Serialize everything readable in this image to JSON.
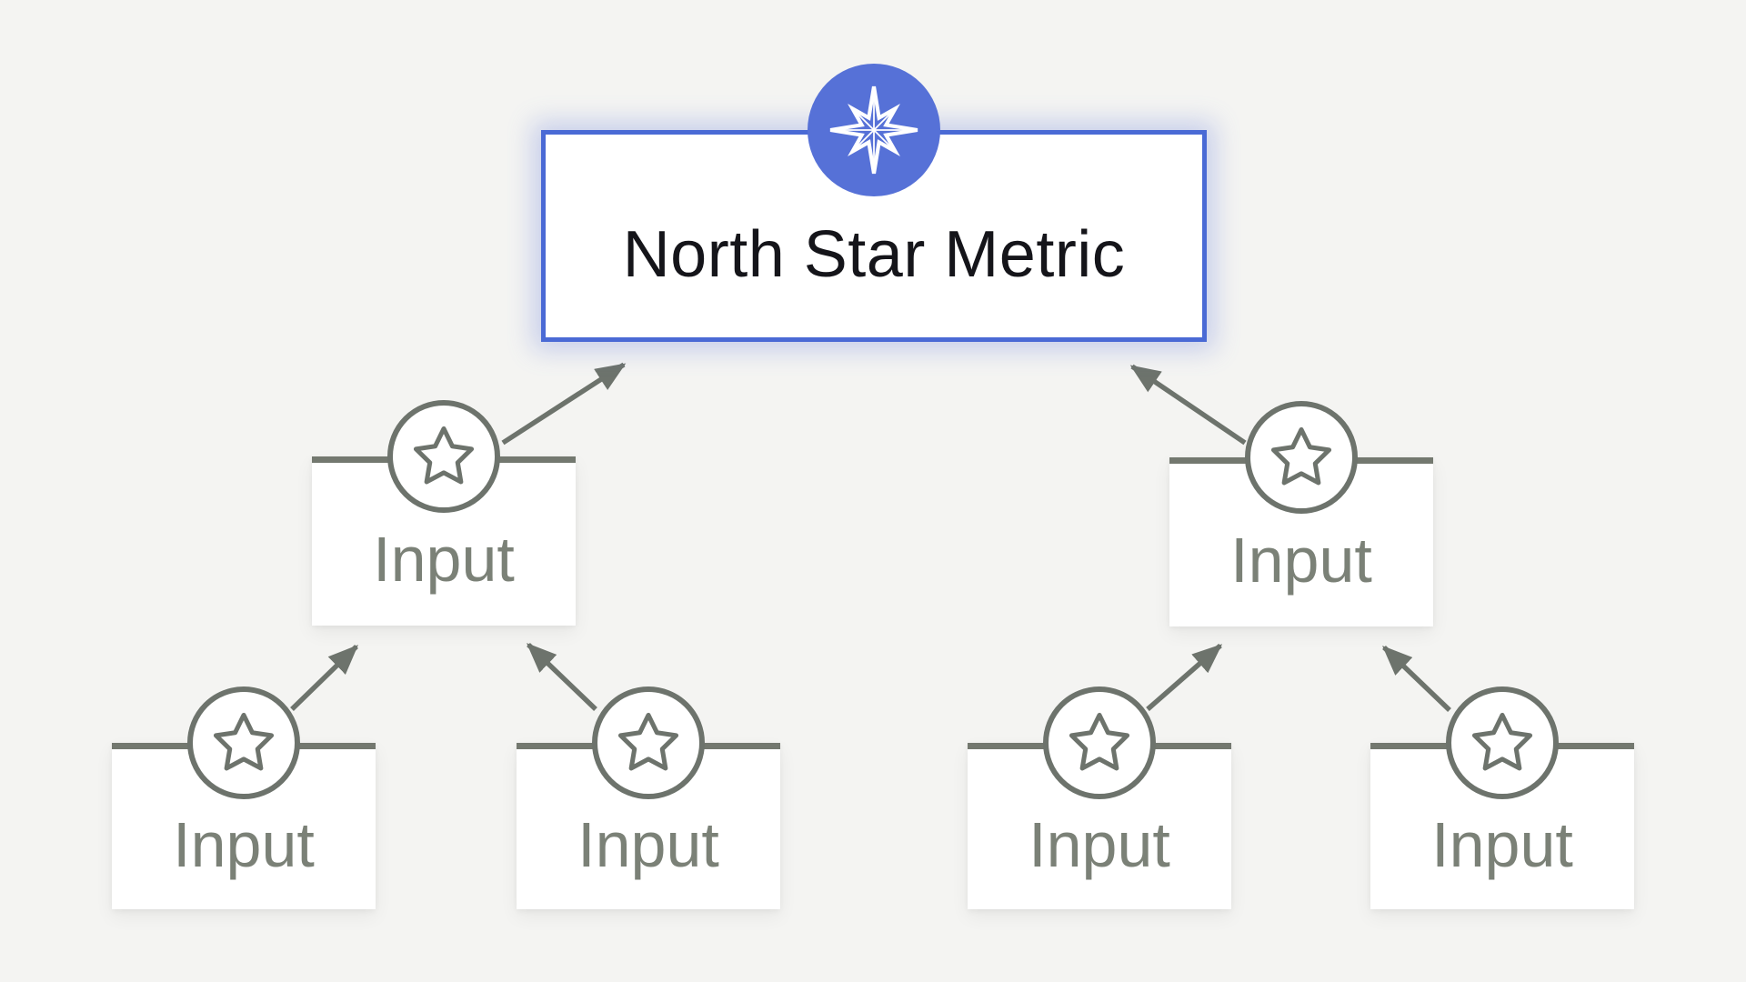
{
  "page": {
    "background_color": "#f4f4f2",
    "description": "North Star Metric input-tree diagram"
  },
  "colors": {
    "accent_blue": "#5671d7",
    "root_border_blue": "#4a6ad5",
    "connector_gray": "#6d736c",
    "input_label_gray": "#7b8177",
    "root_label_color": "#15151a",
    "node_background": "#ffffff"
  },
  "root_node": {
    "label": "North Star Metric",
    "icon": "compass-star-icon"
  },
  "input_nodes": [
    {
      "label": "Input",
      "icon": "star-icon",
      "level": 1
    },
    {
      "label": "Input",
      "icon": "star-icon",
      "level": 1
    },
    {
      "label": "Input",
      "icon": "star-icon",
      "level": 2
    },
    {
      "label": "Input",
      "icon": "star-icon",
      "level": 2
    },
    {
      "label": "Input",
      "icon": "star-icon",
      "level": 2
    },
    {
      "label": "Input",
      "icon": "star-icon",
      "level": 2
    }
  ]
}
